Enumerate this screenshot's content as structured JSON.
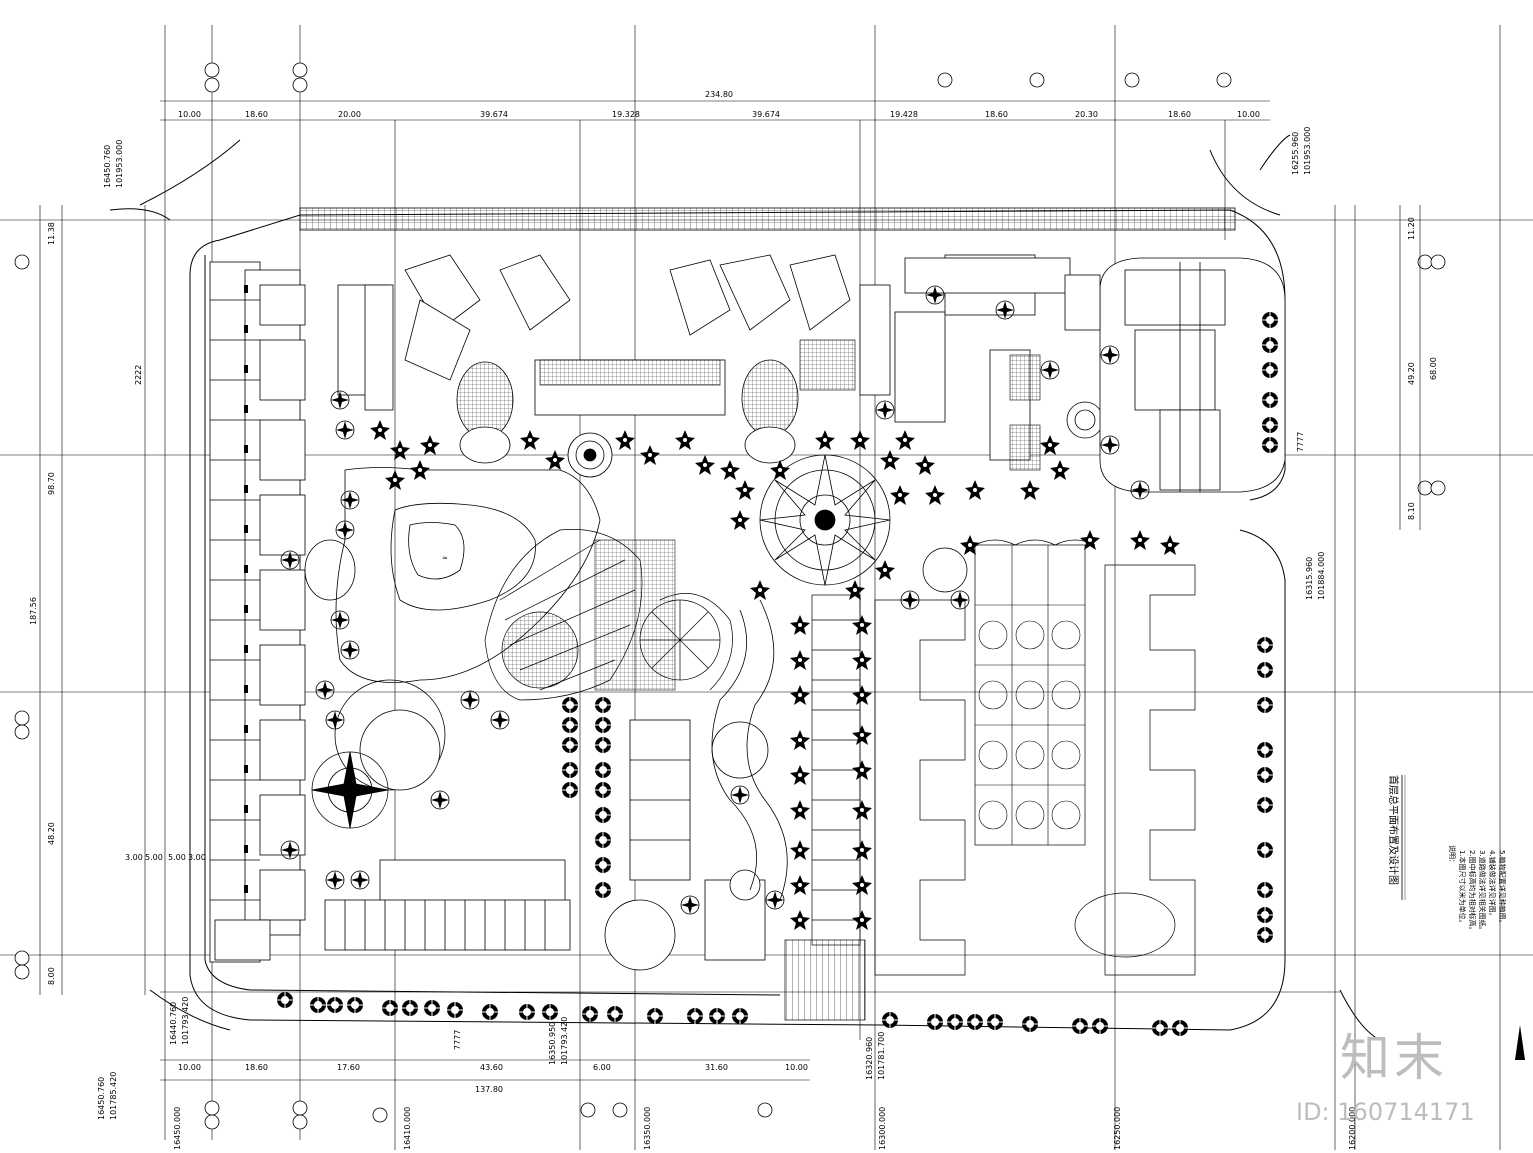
{
  "total_width": "234.80",
  "top_dims": [
    "10.00",
    "18.60",
    "20.00",
    "39.674",
    "19.328",
    "39.674",
    "19.428",
    "18.60",
    "20.30",
    "18.60",
    "10.00"
  ],
  "bottom_dims": [
    "10.00",
    "18.60",
    "17.60",
    "43.60",
    "6.00",
    "31.60",
    "10.00"
  ],
  "bottom_total": "137.80",
  "left_dims": [
    "11.38",
    "98.70",
    "48.20",
    "8.00"
  ],
  "left_total": "187.56",
  "left_mid": "2222",
  "right_dims": [
    "11.20",
    "49.20",
    "8.10"
  ],
  "right_total": "68.00",
  "right_mark": "7777",
  "left_small": [
    "3.00",
    "5.00",
    "5.00",
    "3.00"
  ],
  "coords": [
    "16450.760",
    "101953.000",
    "16255.960",
    "101953.000",
    "16315.960",
    "101884.000",
    "16440.760",
    "101793.420",
    "16350.950",
    "101793.420",
    "16320.960",
    "101781.700",
    "16450.760",
    "101785.420"
  ],
  "bottom_coords": [
    "16450.000",
    "16410.000",
    "16350.000",
    "16300.000",
    "16250.000",
    "16200.000"
  ],
  "mark_7777": "7777",
  "title": "首层总平面布置及设计图",
  "notes": [
    "说明：",
    "1.本图尺寸以米为单位。",
    "2.图中标高均为相对标高。",
    "3.道路做法详见相关图纸。",
    "4.铺装做法详见详图。",
    "5.植物配置详见种植图。"
  ],
  "watermark_logo": "知末",
  "watermark_id": "ID: 160714171"
}
